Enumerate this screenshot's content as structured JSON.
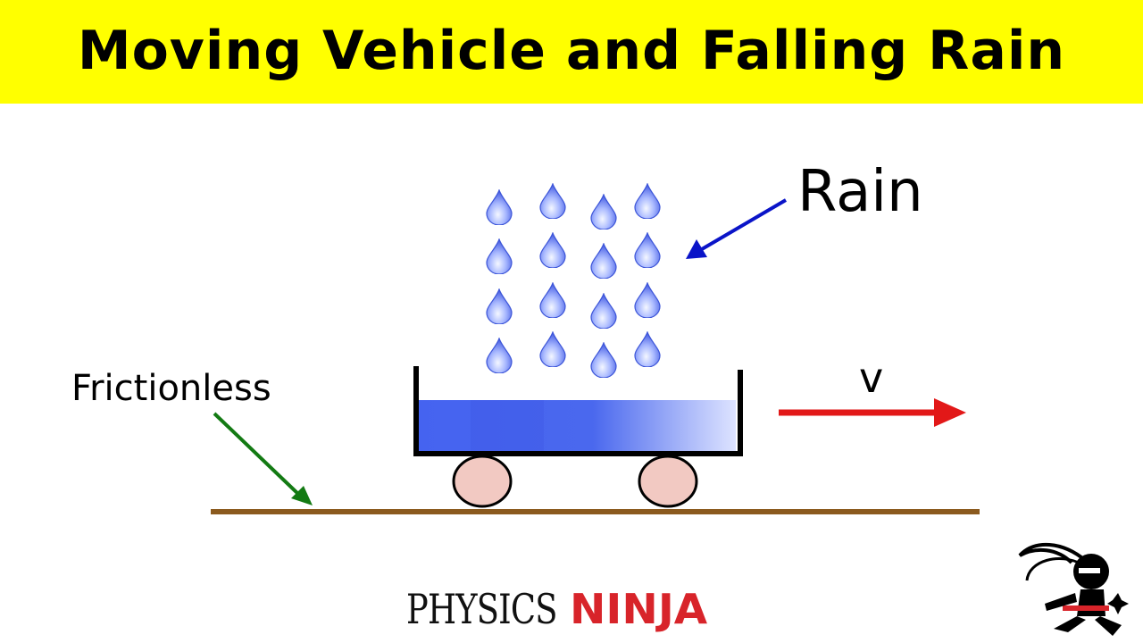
{
  "title": "Moving Vehicle and Falling Rain",
  "labels": {
    "rain": "Rain",
    "frictionless": "Frictionless",
    "velocity": "v"
  },
  "brand": {
    "physics": "PHYSICS",
    "ninja": "NINJA"
  },
  "colors": {
    "banner": "#ffff00",
    "rain_arrow": "#0a14c8",
    "friction_arrow": "#137a13",
    "velocity_arrow": "#e21818",
    "ground": "#8b5a1e",
    "water": "#4a6cf0",
    "wheel": "#f2c9c2",
    "brand_red": "#d8242a"
  },
  "icons": [
    "raindrop-icon",
    "ninja-mascot-icon"
  ]
}
